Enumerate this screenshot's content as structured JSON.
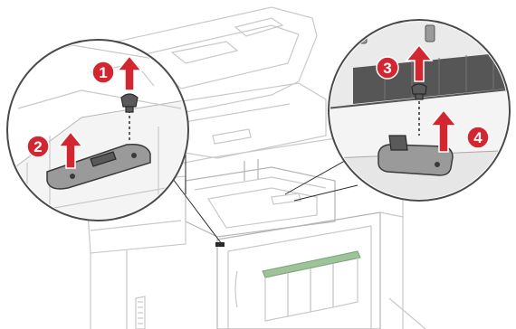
{
  "steps": [
    {
      "number": "1",
      "action": "remove-screw",
      "direction": "up"
    },
    {
      "number": "2",
      "action": "remove-part",
      "direction": "up"
    },
    {
      "number": "3",
      "action": "remove-screw",
      "direction": "up"
    },
    {
      "number": "4",
      "action": "remove-part",
      "direction": "up"
    }
  ],
  "colors": {
    "accent": "#d22630",
    "line_art": "#c9c9c9",
    "callout_border": "#4a4a4a",
    "part_fill": "#9a9a9a"
  },
  "icons": [
    "up-arrow-icon",
    "screw-icon",
    "bracket-part-icon"
  ]
}
